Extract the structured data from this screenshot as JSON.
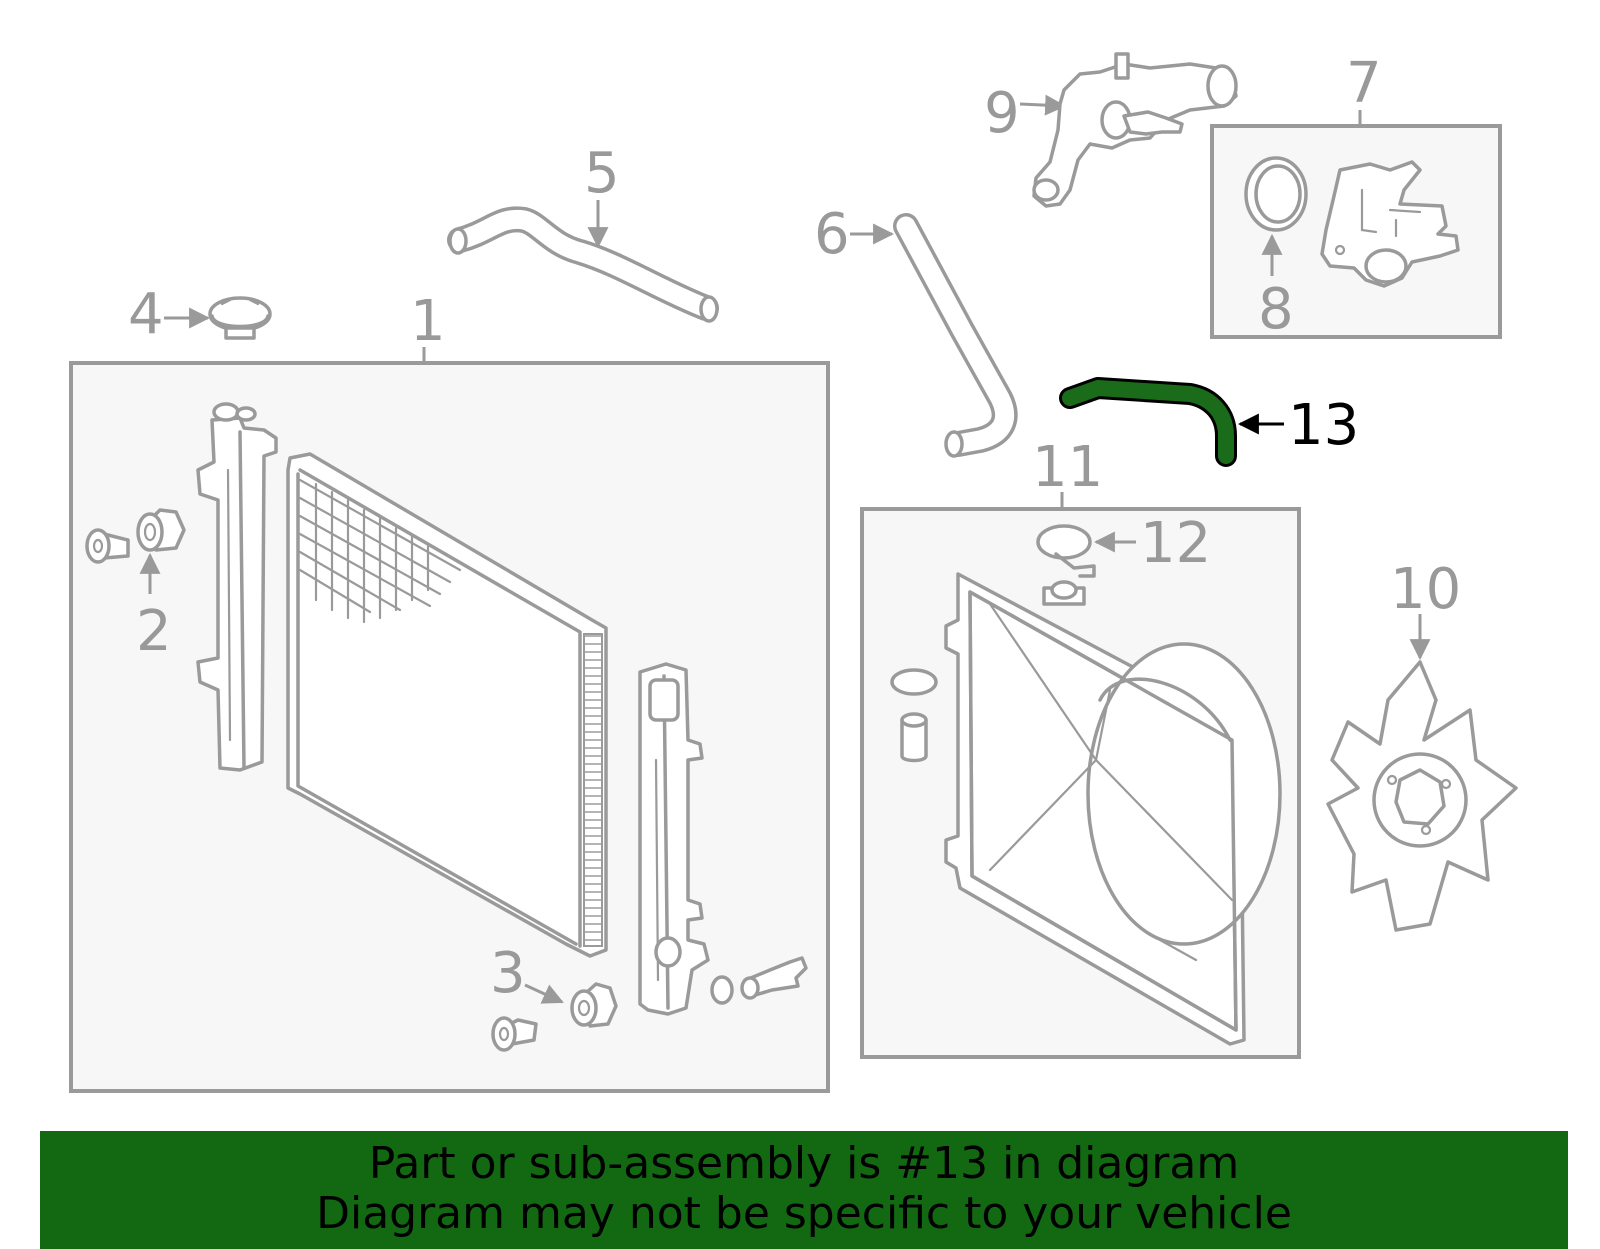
{
  "colors": {
    "highlight_part": "#1a6b1a",
    "banner_background": "#126912",
    "part_lines": "#9a9a9a",
    "callout_text": "#999999",
    "highlight_callout_text": "#000000"
  },
  "callouts": {
    "c1": "1",
    "c2": "2",
    "c3": "3",
    "c4": "4",
    "c5": "5",
    "c6": "6",
    "c7": "7",
    "c8": "8",
    "c9": "9",
    "c10": "10",
    "c11": "11",
    "c12": "12",
    "c13": "13"
  },
  "highlighted_part": "13",
  "banner": {
    "line1": "Part or sub-assembly is #13 in diagram",
    "line2": "Diagram may not be specific to your vehicle"
  }
}
